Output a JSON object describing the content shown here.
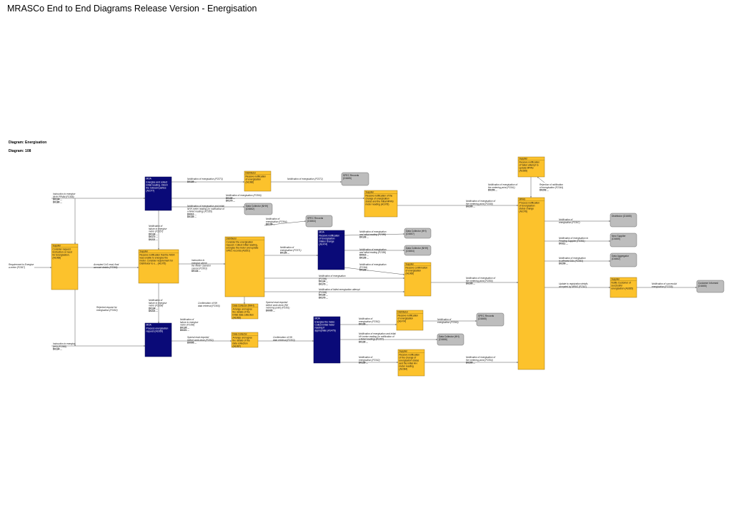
{
  "title": "MRASCo End to End Diagrams Release Version - Energisation",
  "diagram_label": "Diagram: Energisation",
  "diagram_number": "Diagram: 108",
  "boxes": [
    {
      "role": "Supplier",
      "text": [
        "Consider request.",
        "Instruction or need",
        "for Energisation.",
        "(A1068)"
      ]
    },
    {
      "role": "Supplier",
      "text": [
        "Receive notification that the MOA",
        "was unable to energise the",
        "meter. Consider requirement for",
        "Distributor to e... (A1075)"
      ]
    },
    {
      "role": "MOA",
      "text": [
        "Energise and collect",
        "initial reading. Inform",
        "the relevant parties",
        "(A1077)"
      ]
    },
    {
      "role": "MOA",
      "text": [
        "Process energisation",
        "request (A1069)"
      ]
    },
    {
      "role": "Distributor",
      "text": [
        "Receive notification",
        "of energisation",
        "(A1086)"
      ]
    },
    {
      "role": "Supplier",
      "text": [
        "Receive notification of the",
        "change of energisation",
        "status and the initial MPAS",
        "meter reading (A1078)"
      ]
    },
    {
      "role": "Distributor",
      "text": [
        "Consider the energisation",
        "request. Collect initial reading,",
        "energise the meter and update",
        "SPEC records (A1651)"
      ]
    },
    {
      "role": "Data Collector (NHH)",
      "text": [
        "Arrange and agree",
        "the details of the",
        "initial data collection",
        "(A1083)"
      ]
    },
    {
      "role": "Data Collector",
      "text": [
        "Arrange and agree",
        "the details of the",
        "data collection",
        "(A1087)"
      ]
    },
    {
      "role": "MOA",
      "text": [
        "Receive notification",
        "of Energisation",
        "Status change",
        "(A1474)"
      ]
    },
    {
      "role": "Supplier",
      "text": [
        "Receive confirmation",
        "of energisation",
        "(A1066)"
      ]
    },
    {
      "role": "MOA",
      "text": [
        "Energise the meter.",
        "Collect initial meter",
        "reading if",
        "appropriate (A1476)"
      ]
    },
    {
      "role": "Distributor",
      "text": [
        "Receive notification",
        "of energisation",
        "(A1474)"
      ]
    },
    {
      "role": "Supplier",
      "text": [
        "Receive notification",
        "of the change of",
        "energisation status",
        "and the initial HH",
        "meter reading",
        "(A1084)"
      ]
    },
    {
      "role": "Supplier",
      "text": [
        "Receive notification",
        "of failed attempt to",
        "update MPAS",
        "(A1665)"
      ]
    },
    {
      "role": "MPAS",
      "text": [
        "Process notification",
        "of Energisation",
        "status change",
        "(A1076)"
      ]
    },
    {
      "role": "Supplier",
      "text": [
        "Notify Customer of",
        "successful",
        "energisation (A1665)"
      ]
    }
  ],
  "external_boxes": [
    {
      "text": [
        "SPEC Records",
        "(D1665)"
      ]
    },
    {
      "text": [
        "Data Collector (NHH)",
        "(D1662)"
      ]
    },
    {
      "text": [
        "SPEC Records",
        "(D1664)"
      ]
    },
    {
      "text": [
        "Data Collector (HH)",
        "(D1667)"
      ]
    },
    {
      "text": [
        "Data Collector (NHH)",
        "(D1664)"
      ]
    },
    {
      "text": [
        "SPEC Records",
        "(D1665)"
      ]
    },
    {
      "text": [
        "Data Collector (HH)",
        "(D1666)"
      ]
    },
    {
      "text": [
        "Distributor (D1665)"
      ]
    },
    {
      "text": [
        "New Supplier",
        "(D1665)"
      ]
    },
    {
      "text": [
        "Data Aggregator",
        "(D1662)"
      ]
    },
    {
      "text": [
        "Customer Informed",
        "(D1665)"
      ]
    }
  ],
  "labels": [
    {
      "text": [
        "Requirement to Energise",
        "a meter (P2367)"
      ]
    },
    {
      "text": [
        "Instruction to energise",
        "NHH PPMM (P2368)"
      ],
      "code": [
        "D0134 ...",
        "D0180 ..."
      ]
    },
    {
      "text": [
        "Accepted CoS read, final",
        "account details (P2369)"
      ]
    },
    {
      "text": [
        "Notification of",
        "failure to energise",
        "meter (P2357)"
      ],
      "code": [
        "D0134 ...",
        "D0172 ...",
        "D0221 ..."
      ]
    },
    {
      "text": [
        "Notification of",
        "failure to energise",
        "meter (P2358)"
      ],
      "code": [
        "D0134 ...",
        "D0221 ..."
      ]
    },
    {
      "text": [
        "Rejected request for",
        "energisation (P2452)"
      ]
    },
    {
      "text": [
        "Instruction to energise",
        "(HH) (P2368)"
      ],
      "code": [
        "D0134 ..."
      ]
    },
    {
      "text": [
        "Notification of energisation (P2373)"
      ],
      "code": [
        "D0139 ..."
      ]
    },
    {
      "text": [
        "Notification of energisation (P2372)"
      ]
    },
    {
      "text": [
        "Notification of energisation (P2366)"
      ],
      "code": [
        "D0139 ...",
        "D0179 ..."
      ]
    },
    {
      "text": [
        "Notification of energisation and initial",
        "NHH meter reading (or notification of",
        "a failed reading) (P2355)"
      ],
      "code": [
        "D0010 ...",
        "D0139 ..."
      ]
    },
    {
      "text": [
        "Notification of",
        "energisation (P2364)"
      ],
      "code": [
        "D0139 ..."
      ]
    },
    {
      "text": [
        "Instruction to",
        "energise where",
        "the Meter Operator",
        "cannot (P2363)"
      ],
      "code": [
        "D0134 ..."
      ]
    },
    {
      "text": [
        "Notification of",
        "energisation (P2371)"
      ],
      "code": [
        "D0139 ..."
      ]
    },
    {
      "text": [
        "Notification of energisation",
        "and initial reading (P2355)"
      ],
      "code": [
        "D0139 ..."
      ]
    },
    {
      "text": [
        "Notification of energisation",
        "and initial reading (P2356)"
      ],
      "code": [
        "D0010 ...",
        "D0139 ..."
      ]
    },
    {
      "text": [
        "Notification of energisation",
        "(P2364)"
      ],
      "code": [
        "D0139 ..."
      ]
    },
    {
      "text": [
        "Notification of energisation",
        "(P2356)"
      ],
      "code": [
        "D0134 ...",
        "D0179 ..."
      ]
    },
    {
      "text": [
        "Notification of failed energisation attempt",
        "(P2359)"
      ],
      "code": [
        "D0139 ...",
        "D0179 ..."
      ]
    },
    {
      "text": [
        "Confirmation of NH",
        "data retrieval (P2365)"
      ]
    },
    {
      "text": [
        "Special read required",
        "before work done (NH",
        "metering point) (P2351)"
      ],
      "code": [
        "D0005 ..."
      ]
    },
    {
      "text": [
        "Notification of",
        "failure to energise",
        "meter (P2356)"
      ],
      "code": [
        "D0139 ...",
        "D0221 ..."
      ]
    },
    {
      "text": [
        "Special read required",
        "before work done (P2352)"
      ],
      "code": [
        "D0005 ..."
      ]
    },
    {
      "text": [
        "Confirmation of HH",
        "data retrieval (P2353)"
      ]
    },
    {
      "text": [
        "Notification of",
        "energisation (P2362)"
      ],
      "code": [
        "D0139 ..."
      ]
    },
    {
      "text": [
        "Notification of energisation and initial",
        "HH meter reading (or notification of",
        "a failed reading) (P2357)"
      ],
      "code": [
        "D0139 ..."
      ]
    },
    {
      "text": [
        "Notification of",
        "energisation (P2342)"
      ],
      "code": [
        "D0139 ..."
      ]
    },
    {
      "text": [
        "Notification of",
        "energisation (P2360)"
      ]
    },
    {
      "text": [
        "Notification of energisation of",
        "the metering point (P2349)"
      ],
      "code": [
        "D0205 ..."
      ]
    },
    {
      "text": [
        "Notification of energisation of",
        "the metering point (P2350)"
      ],
      "code": [
        "D0205 ..."
      ]
    },
    {
      "text": [
        "Notification of energisation of",
        "the metering point (P2354)"
      ],
      "code": [
        "D0205 ..."
      ]
    },
    {
      "text": [
        "Notification of energisation of",
        "the metering point (P2341)"
      ],
      "code": [
        "D0209 ..."
      ]
    },
    {
      "text": [
        "Rejection of notification",
        "of energisation (P2344)"
      ],
      "code": [
        "D0203 ..."
      ]
    },
    {
      "text": [
        "Notification of",
        "energisation (P2367)"
      ]
    },
    {
      "text": [
        "Notification of energisation to",
        "Pending Supplier (P2351)"
      ],
      "code": [
        "D0311 ..."
      ]
    },
    {
      "text": [
        "Notification of energisation",
        "to affected DAs (P2353)"
      ],
      "code": [
        "D0209 ..."
      ]
    },
    {
      "text": [
        "Update to registration details",
        "accepted by MPAS (P2347)"
      ]
    },
    {
      "text": [
        "Notification of successful",
        "energisation (P2338)"
      ]
    }
  ]
}
